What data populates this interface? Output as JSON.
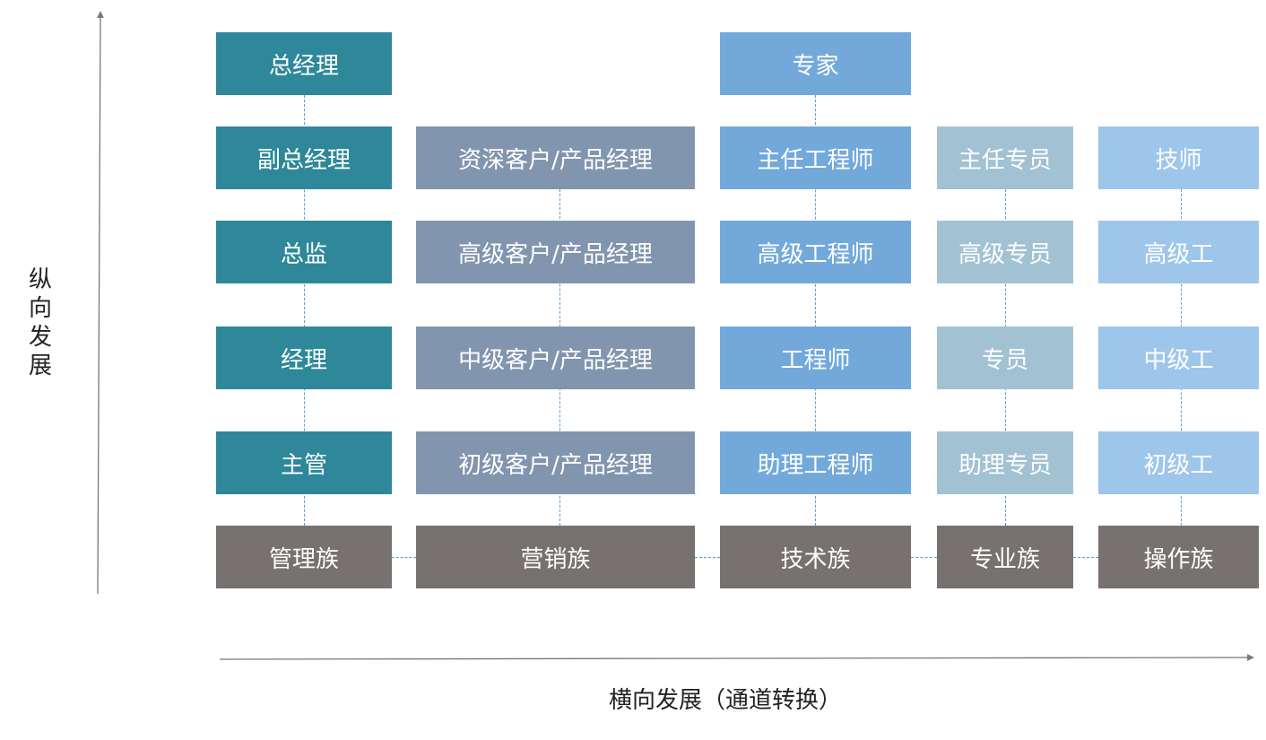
{
  "axes": {
    "vertical_label": "纵向发展",
    "horizontal_label": "横向发展（通道转换）"
  },
  "families": {
    "management": {
      "name": "管理族",
      "levels": [
        "主管",
        "经理",
        "总监",
        "副总经理",
        "总经理"
      ]
    },
    "marketing": {
      "name": "营销族",
      "levels": [
        "初级客户/产品经理",
        "中级客户/产品经理",
        "高级客户/产品经理",
        "资深客户/产品经理"
      ]
    },
    "technical": {
      "name": "技术族",
      "levels": [
        "助理工程师",
        "工程师",
        "高级工程师",
        "主任工程师",
        "专家"
      ]
    },
    "professional": {
      "name": "专业族",
      "levels": [
        "助理专员",
        "专员",
        "高级专员",
        "主任专员"
      ]
    },
    "operations": {
      "name": "操作族",
      "levels": [
        "初级工",
        "中级工",
        "高级工",
        "技师"
      ]
    }
  },
  "colors": {
    "management": "#2e8899",
    "marketing": "#8295ae",
    "technical": "#72a9da",
    "professional": "#a2c2d4",
    "operations": "#9ec6ea",
    "family_base": "#777170",
    "connector": "#5aa0d0",
    "axis": "#777777"
  }
}
